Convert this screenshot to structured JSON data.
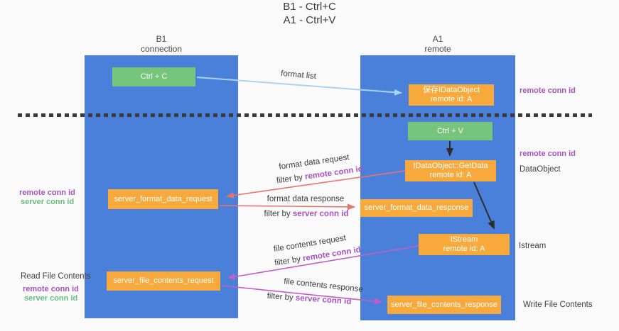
{
  "title": {
    "line1": "B1 - Ctrl+C",
    "line2": "A1 - Ctrl+V"
  },
  "columns": {
    "left": {
      "name": "B1",
      "subtitle": "connection"
    },
    "right": {
      "name": "A1",
      "subtitle": "remote"
    }
  },
  "boxes": {
    "ctrl_c": {
      "label": "Ctrl + C"
    },
    "save_idataobject": {
      "line1": "保存IDataObject",
      "line2": "remote id: A"
    },
    "ctrl_v": {
      "label": "Ctrl + V"
    },
    "getdata": {
      "line1": "IDataObject::GetData",
      "line2": "remote id: A"
    },
    "server_format_data_request": {
      "label": "server_format_data_request"
    },
    "server_format_data_response": {
      "label": "server_format_data_response"
    },
    "istream": {
      "line1": "IStream",
      "line2": "remote id: A"
    },
    "server_file_contents_request": {
      "label": "server_file_contents_request"
    },
    "server_file_contents_response": {
      "label": "server_file_contents_response"
    }
  },
  "side_labels": {
    "right_remote_conn_1": "remote conn id",
    "right_remote_conn_2": "remote conn id",
    "dataobject": "DataObject",
    "istream": "Istream",
    "write_file_contents": "Write File Contents",
    "left_remote_conn_1": "remote conn id",
    "left_server_conn_1": "server conn id",
    "read_file_contents": "Read File Contents",
    "left_remote_conn_2": "remote conn id",
    "left_server_conn_2": "server conn id"
  },
  "flow_labels": {
    "format_list": "format list",
    "format_data_request": "format data request",
    "filter_remote_1": {
      "prefix": "filter by ",
      "highlight": "remote conn id"
    },
    "format_data_response": "format data response",
    "filter_server_1": {
      "prefix": "filter by ",
      "highlight": "server conn id"
    },
    "file_contents_request": "file contents request",
    "filter_remote_2": {
      "prefix": "filter by ",
      "highlight": "remote conn id"
    },
    "file_contents_response": "file contents response",
    "filter_server_2": {
      "prefix": "filter by ",
      "highlight": "server conn id"
    }
  },
  "colors": {
    "column_blue": "#4a80d9",
    "box_green": "#77c47d",
    "box_orange": "#f7a93c",
    "purple_text": "#a653c0",
    "green_text": "#66bd7d",
    "arrow_light_blue": "#a9d3f2",
    "arrow_salmon": "#e8736e",
    "arrow_magenta": "#c45ec4",
    "arrow_black": "#2d2d2d",
    "dashed_line": "#3a3a3a"
  }
}
